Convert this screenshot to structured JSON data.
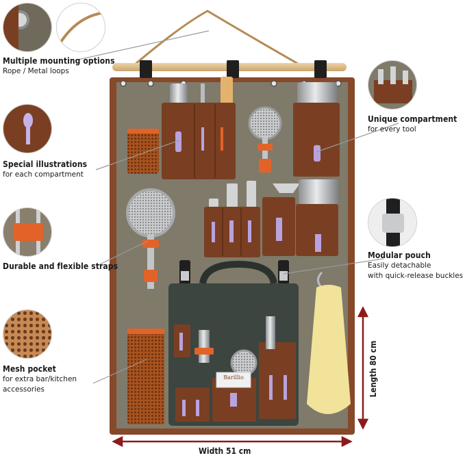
{
  "callouts": {
    "mounting": {
      "title": "Multiple mounting options",
      "subtitle": "Rope / Metal loops"
    },
    "illustrations": {
      "title": "Special illustrations",
      "subtitle": "for each compartment"
    },
    "straps": {
      "title": "Durable and flexible straps"
    },
    "mesh": {
      "title": "Mesh pocket",
      "subtitle_1": "for extra bar/kitchen",
      "subtitle_2": "accessories"
    },
    "compartment": {
      "title": "Unique compartment",
      "subtitle": "for every tool"
    },
    "modular": {
      "title": "Modular pouch",
      "subtitle_1": "Easily detachable",
      "subtitle_2": "with quick-release buckles"
    }
  },
  "dimensions": {
    "width": "Width 51 cm",
    "length": "Length 80 cm"
  },
  "brand": {
    "name": "Barillio"
  },
  "colors": {
    "canvas": "#7f7a6a",
    "leather": "#7a3f22",
    "trim": "#86492a",
    "orange": "#e2632a",
    "dim_arrow": "#8e1a1a",
    "pouch": "#3c453f",
    "towel": "#f2e39a"
  }
}
